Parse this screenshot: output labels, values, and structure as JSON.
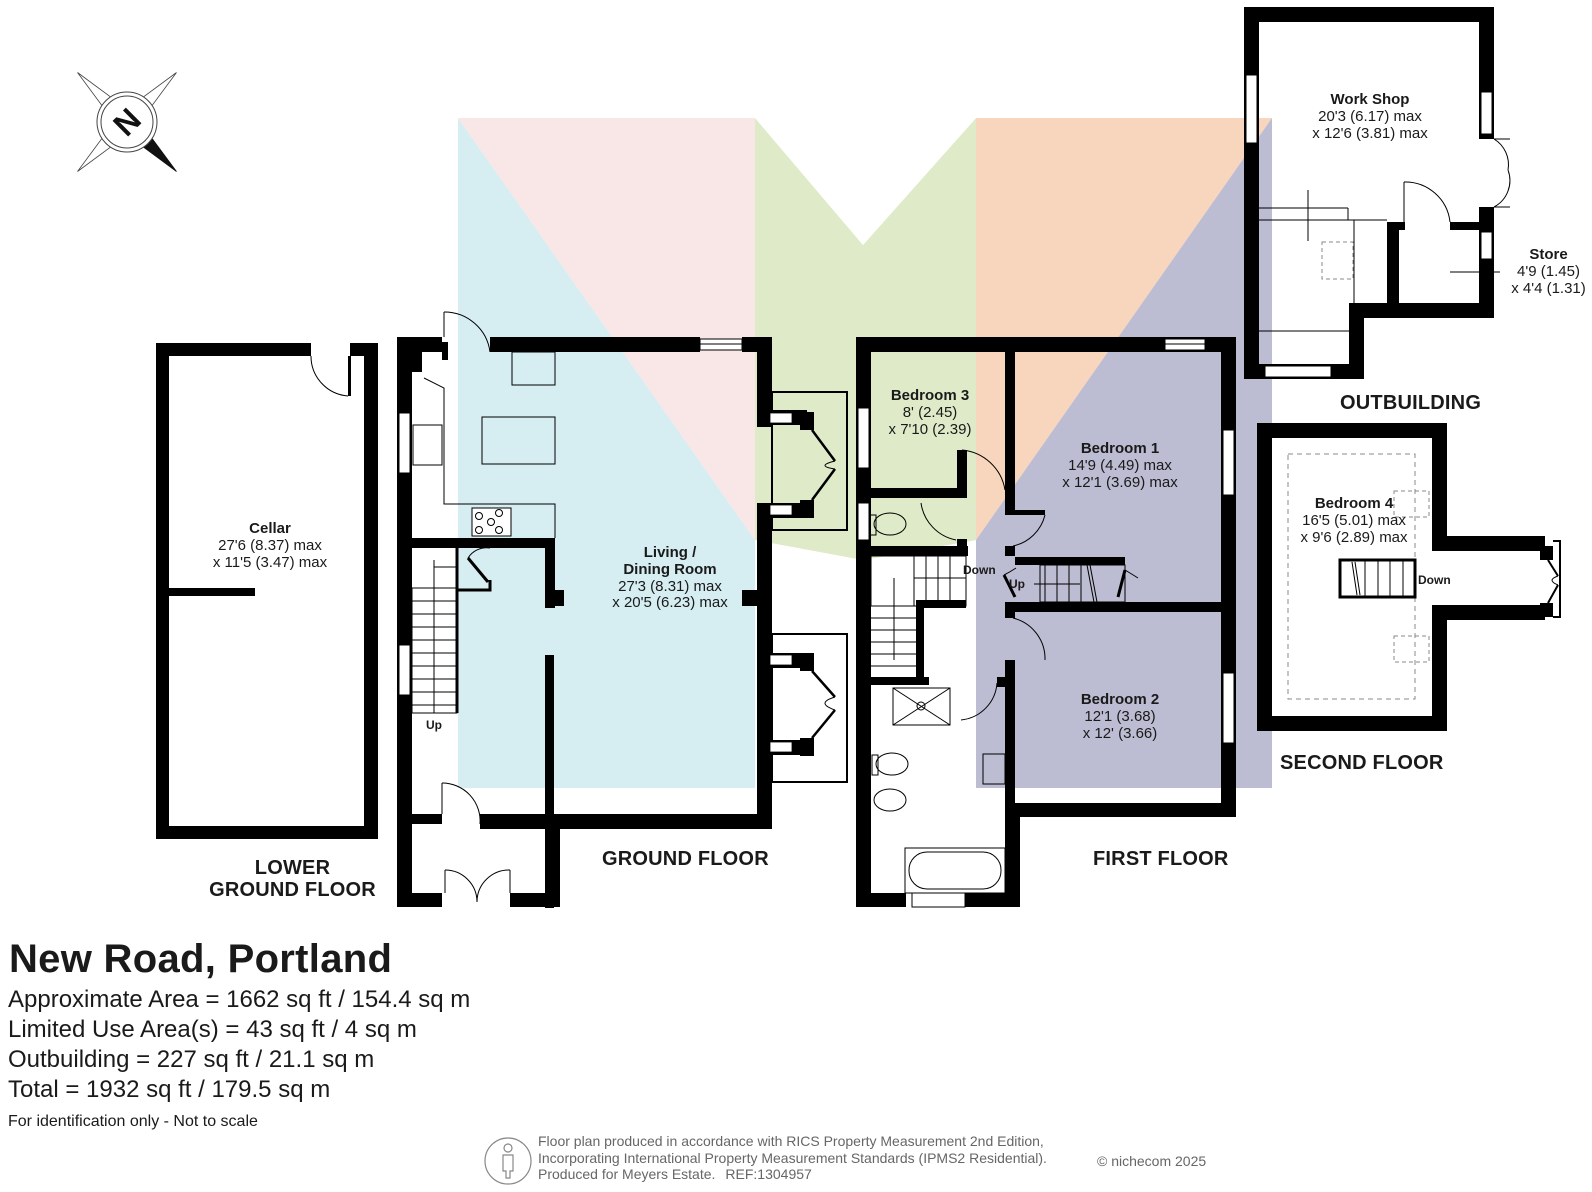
{
  "property": {
    "title": "New Road, Portland",
    "areas": [
      "Approximate Area = 1662 sq ft / 154.4 sq m",
      "Limited Use Area(s) = 43 sq ft / 4 sq m",
      "Outbuilding = 227 sq ft / 21.1 sq m",
      "Total = 1932 sq ft / 179.5 sq m"
    ],
    "note": "For identification only - Not to scale"
  },
  "footer": {
    "line1": "Floor plan produced in accordance with RICS Property Measurement 2nd Edition,",
    "line2": "Incorporating International Property Measurement Standards (IPMS2 Residential).",
    "line3": "Produced for Meyers Estate.",
    "ref": "REF:1304957",
    "copyright": "© nichecom 2025",
    "badge_icon": "person-outline-icon"
  },
  "compass": {
    "label": "N",
    "icon": "compass-north-icon"
  },
  "watermark": {
    "colors": {
      "blue": "#d6edf2",
      "pink": "#f9e6e6",
      "green": "#dfebc8",
      "orange": "#f8d6bd",
      "purple": "#bcbcd2"
    }
  },
  "floors": {
    "lower_ground": {
      "label_line1": "LOWER",
      "label_line2": "GROUND FLOOR",
      "rooms": [
        {
          "name": "Cellar",
          "dim1": "27'6 (8.37) max",
          "dim2": "x 11'5 (3.47) max"
        }
      ]
    },
    "ground": {
      "label": "GROUND FLOOR",
      "rooms": [
        {
          "name": "Living /",
          "name2": "Dining Room",
          "dim1": "27'3 (8.31) max",
          "dim2": "x 20'5 (6.23) max"
        }
      ],
      "stairs": [
        {
          "label": "Up"
        }
      ]
    },
    "first": {
      "label": "FIRST FLOOR",
      "rooms": [
        {
          "name": "Bedroom 3",
          "dim1": "8' (2.45)",
          "dim2": "x 7'10 (2.39)"
        },
        {
          "name": "Bedroom 1",
          "dim1": "14'9 (4.49) max",
          "dim2": "x 12'1 (3.69) max"
        },
        {
          "name": "Bedroom 2",
          "dim1": "12'1 (3.68)",
          "dim2": "x 12' (3.66)"
        }
      ],
      "stairs": [
        {
          "label": "Down"
        },
        {
          "label": "Up"
        }
      ]
    },
    "second": {
      "label": "SECOND FLOOR",
      "rooms": [
        {
          "name": "Bedroom 4",
          "dim1": "16'5 (5.01) max",
          "dim2": "x 9'6 (2.89) max"
        }
      ],
      "stairs": [
        {
          "label": "Down"
        }
      ]
    },
    "outbuilding": {
      "label": "OUTBUILDING",
      "rooms": [
        {
          "name": "Work Shop",
          "dim1": "20'3 (6.17) max",
          "dim2": "x 12'6 (3.81) max"
        },
        {
          "name": "Store",
          "dim1": "4'9 (1.45)",
          "dim2": "x 4'4 (1.31)"
        }
      ]
    }
  }
}
